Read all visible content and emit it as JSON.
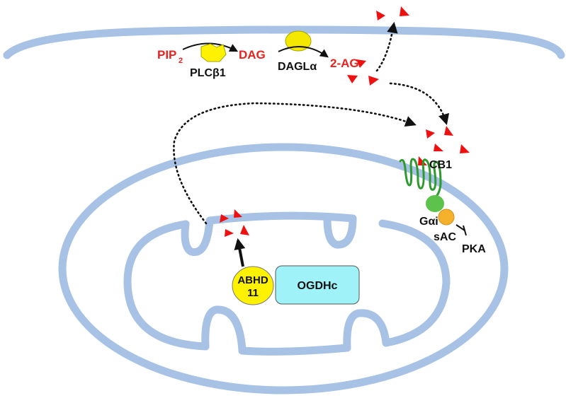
{
  "labels": {
    "pip2": "PIP",
    "pip2_sub": "2",
    "dag": "DAG",
    "plcb1": "PLCβ1",
    "dagla": "DAGLα",
    "two_ag": "2-AG",
    "cb1": "CB1",
    "gai": "Gαi",
    "sac": "sAC",
    "pka": "PKA",
    "abhd11_line1": "ABHD",
    "abhd11_line2": "11",
    "ogdhc": "OGDHc"
  },
  "colors": {
    "membrane": "#a7c2e4",
    "ligand": "#ee1111",
    "label_red": "#e8221f",
    "plc": "#fff200",
    "dagl": "#f5e800",
    "abhd11": "#fff200",
    "ogdhc": "#9ff2f7",
    "cb1_receptor": "#2e9a2e",
    "gai": "#5cc24b",
    "sac": "#f5b12b"
  }
}
